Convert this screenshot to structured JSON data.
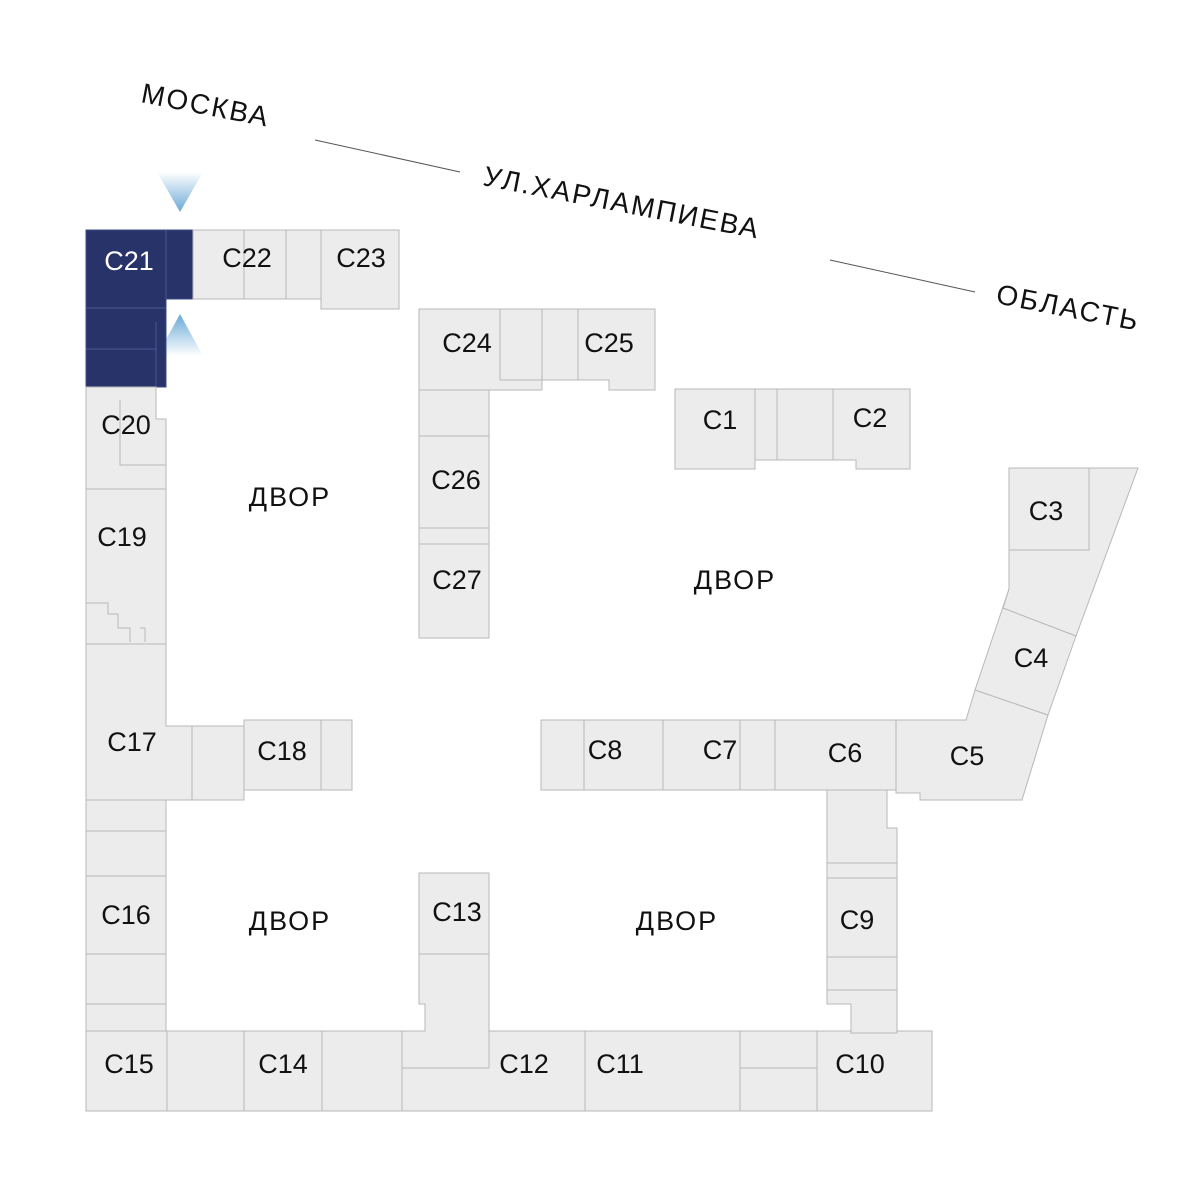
{
  "street": {
    "left": "МОСКВА",
    "middle": "УЛ.ХАРЛАМПИЕВА",
    "right": "ОБЛАСТЬ"
  },
  "yards": [
    "ДВОР",
    "ДВОР",
    "ДВОР",
    "ДВОР"
  ],
  "units": {
    "c1": "С1",
    "c2": "С2",
    "c3": "С3",
    "c4": "С4",
    "c5": "С5",
    "c6": "С6",
    "c7": "С7",
    "c8": "С8",
    "c9": "С9",
    "c10": "С10",
    "c11": "С11",
    "c12": "С12",
    "c13": "С13",
    "c14": "С14",
    "c15": "С15",
    "c16": "С16",
    "c17": "С17",
    "c18": "С18",
    "c19": "С19",
    "c20": "С20",
    "c21": "С21",
    "c22": "С22",
    "c23": "С23",
    "c24": "С24",
    "c25": "С25",
    "c26": "С26",
    "c27": "С27"
  },
  "selected_unit": "С21",
  "colors": {
    "selected": "#283469",
    "unit_fill": "#ececec",
    "entrance_marker": "#7fb6dc"
  }
}
